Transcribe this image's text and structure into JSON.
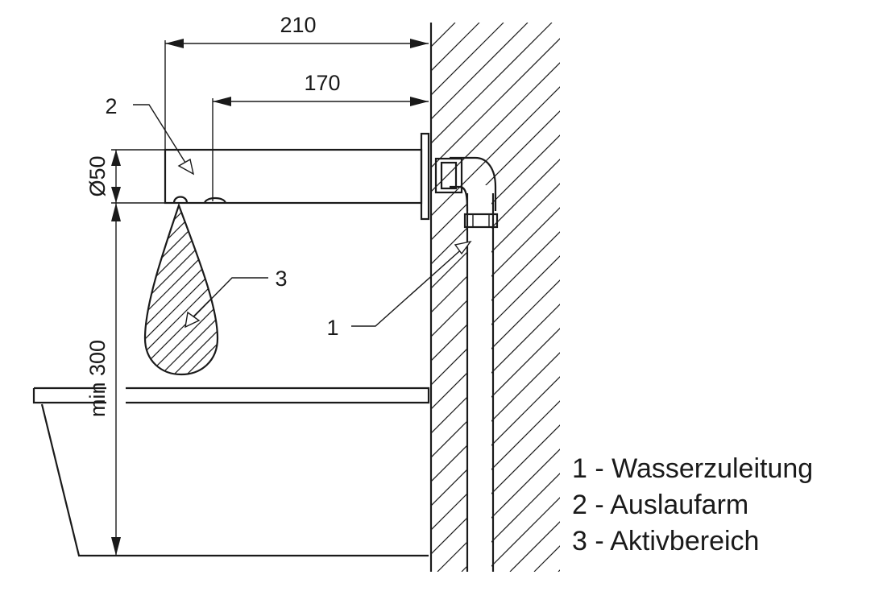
{
  "dimensions": {
    "total_length": "210",
    "arm_length": "170",
    "diameter": "Ø50",
    "min_height": "min 300"
  },
  "callouts": {
    "c1": "1",
    "c2": "2",
    "c3": "3"
  },
  "legend": [
    "1 - Wasserzuleitung",
    "2 - Auslaufarm",
    "3 - Aktivbereich"
  ]
}
